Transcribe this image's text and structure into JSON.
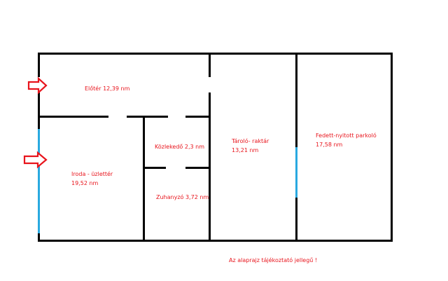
{
  "colors": {
    "wall": "#000000",
    "window": "#29a9e0",
    "label": "#e8141c",
    "arrow": "#e8141c",
    "background": "#ffffff"
  },
  "rooms": {
    "eloter": {
      "name": "Előtér 12,39 nm"
    },
    "iroda": {
      "name": "Iroda - üzlettér",
      "area": "19,52 nm"
    },
    "kozlekedo": {
      "name": "Közlekedő 2,3 nm"
    },
    "zuhanyzo": {
      "name": "Zuhanyzó 3,72 nm"
    },
    "tarolo": {
      "name": "Tároló- raktár",
      "area": "13,21 nm"
    },
    "parkolo": {
      "name": "Fedett-nyitott parkoló",
      "area": "17,58 nm"
    }
  },
  "entrances": [
    {
      "icon": "entrance-arrow-icon"
    },
    {
      "icon": "entrance-arrow-icon"
    }
  ],
  "note": "Az alaprajz tájékoztató jellegű !"
}
